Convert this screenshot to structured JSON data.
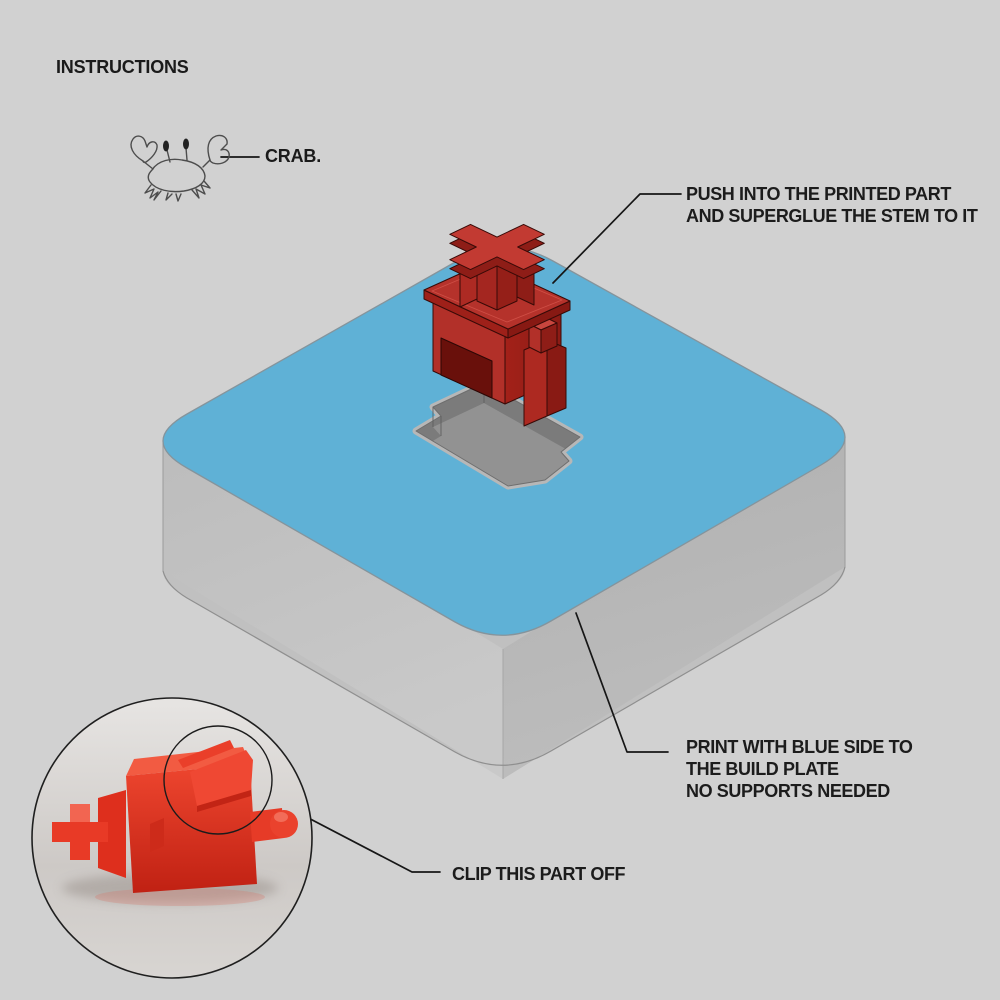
{
  "page": {
    "title": "INSTRUCTIONS",
    "background_color": "#d1d1d1"
  },
  "crab": {
    "label": "CRAB.",
    "icon": "crab-doodle-icon"
  },
  "annotations": {
    "push": {
      "line1": "PUSH INTO THE PRINTED PART",
      "line2": "AND SUPERGLUE THE STEM TO IT"
    },
    "print": {
      "line1": "PRINT WITH BLUE SIDE TO",
      "line2": "THE BUILD PLATE",
      "line3": "NO SUPPORTS NEEDED"
    },
    "clip": {
      "line1": "CLIP THIS PART OFF"
    }
  },
  "illustration": {
    "main_model": "keycap-blank-with-stem-adapter",
    "blue_top_color": "#5fb1d6",
    "side_gray_color": "#bfbfbf",
    "pocket_gray_color": "#8f8f8f",
    "adapter_red_color": "#b5322b",
    "adapter_red_dark": "#9a1f19",
    "outline_color": "#380a07",
    "leader_line_color": "#161616"
  },
  "photo_inset": {
    "subject": "printed-red-adapter-part-photo",
    "part_color": "#e8402c",
    "background_color": "#d8d5d2"
  }
}
